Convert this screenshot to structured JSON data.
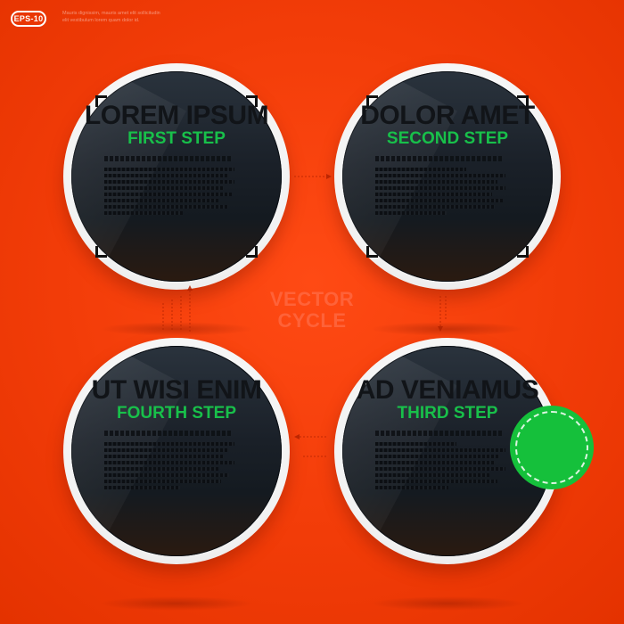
{
  "badge": {
    "label": "EPS-10"
  },
  "top_note": "Mauris dignissim, mauris amet elit sollicitudin elit vestibulum lorem quam dolor id.",
  "center_label": {
    "line1": "VECTOR",
    "line2": "CYCLE"
  },
  "steps": [
    {
      "title": "LOREM IPSUM",
      "subtitle": "FIRST STEP"
    },
    {
      "title": "DOLOR AMET",
      "subtitle": "SECOND STEP"
    },
    {
      "title": "AD VENIAMUS",
      "subtitle": "THIRD STEP"
    },
    {
      "title": "UT WISI ENIM",
      "subtitle": "FOURTH STEP"
    }
  ],
  "colors": {
    "background": "#f23c08",
    "disc": "#1a2028",
    "ring": "#f2f2f2",
    "accent_green": "#18c04a",
    "badge_green": "#15c03b"
  }
}
